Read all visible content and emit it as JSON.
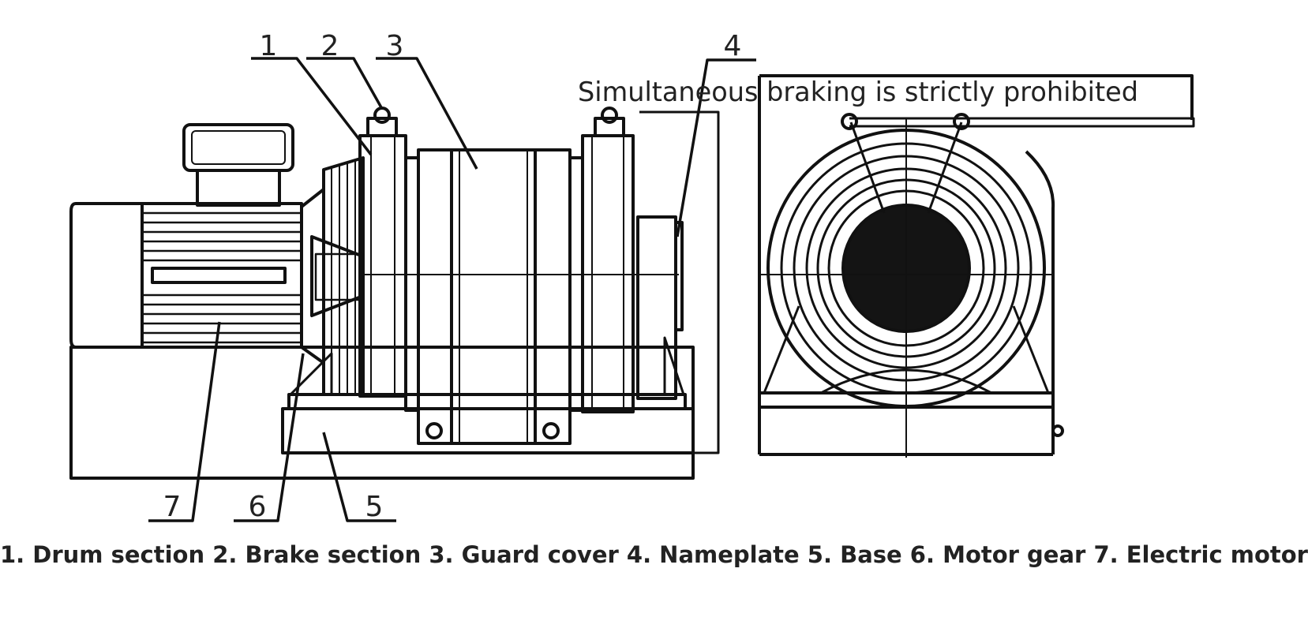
{
  "callouts": {
    "c1": "1",
    "c2": "2",
    "c3": "3",
    "c4": "4",
    "c5": "5",
    "c6": "6",
    "c7": "7"
  },
  "warning_text": "Simultaneous braking is strictly prohibited",
  "legend_caption": "1. Drum section 2. Brake section 3. Guard cover 4. Nameplate 5. Base 6. Motor gear 7. Electric motor",
  "colors": {
    "line": "#111111",
    "text": "#222222",
    "background": "#ffffff"
  }
}
